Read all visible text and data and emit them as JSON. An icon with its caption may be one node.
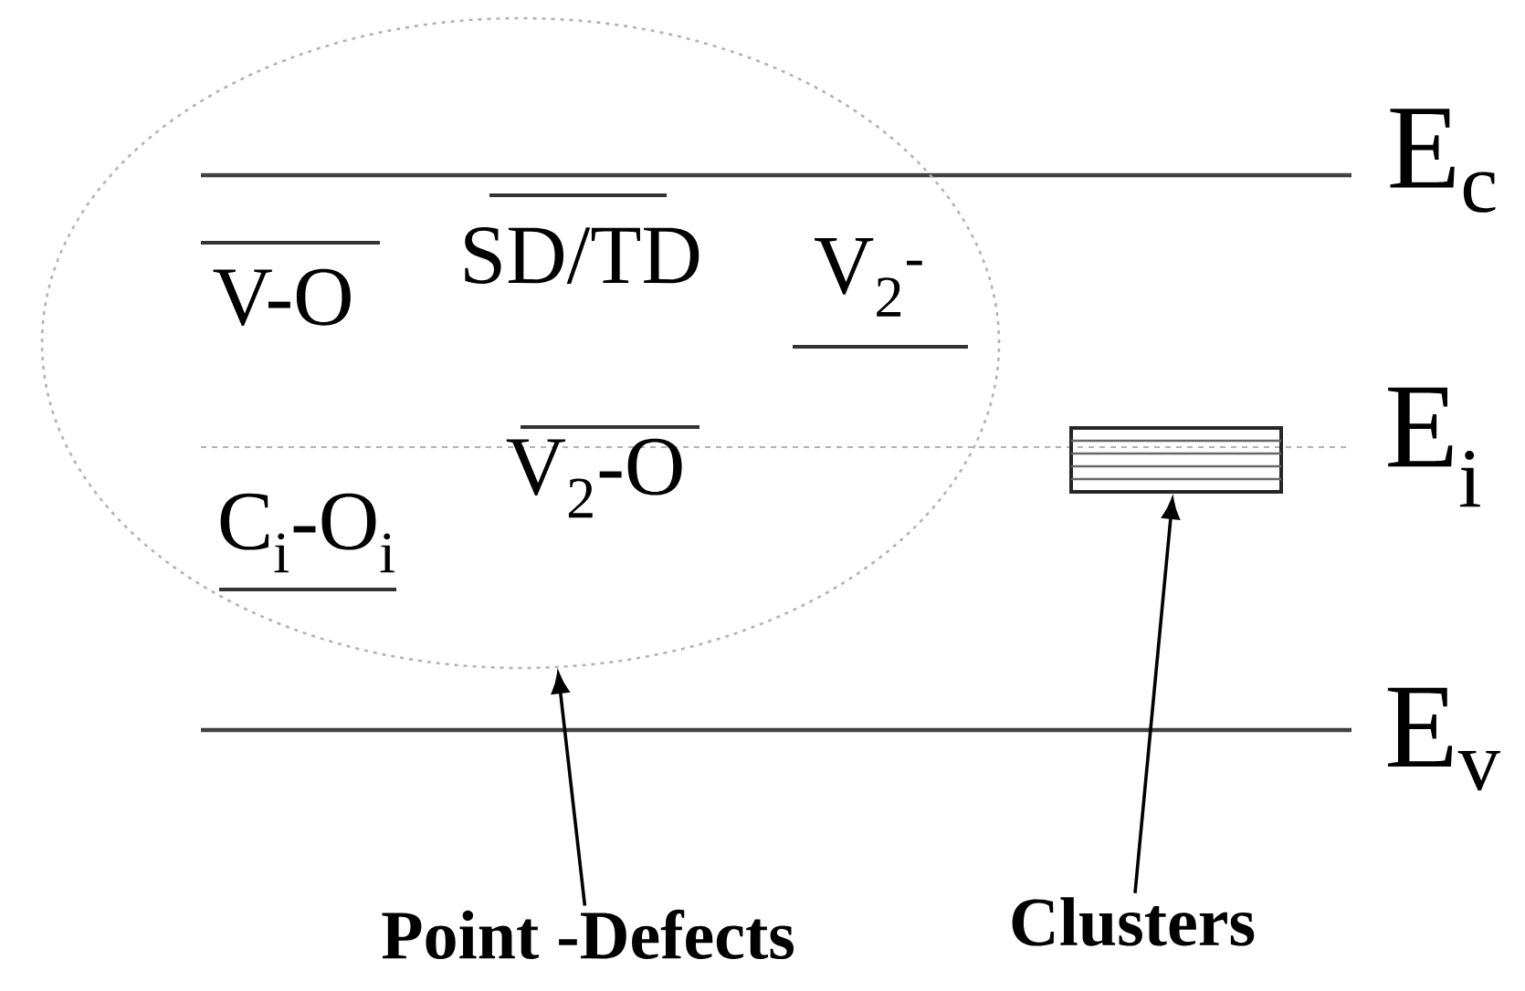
{
  "diagram": {
    "nodes": [
      {
        "text": [],
        "shape": "ellipse"
      },
      {
        "text": [],
        "shape": "box"
      },
      {
        "text": [
          "Point -Defects"
        ]
      },
      {
        "text": [
          "Clusters"
        ]
      }
    ],
    "edges": [
      {
        "from": 2,
        "to": 0,
        "arrow": "to"
      },
      {
        "from": 3,
        "to": 1,
        "arrow": "to"
      }
    ],
    "labels": [
      "E$_{c}$",
      "SD/TD",
      "V-O",
      "V$_{2}$$^{-}$",
      "E$_{i}$",
      "V$_{2}$-O",
      "C$_{i}$-O$_{i}$",
      "E$_{v}$"
    ]
  }
}
